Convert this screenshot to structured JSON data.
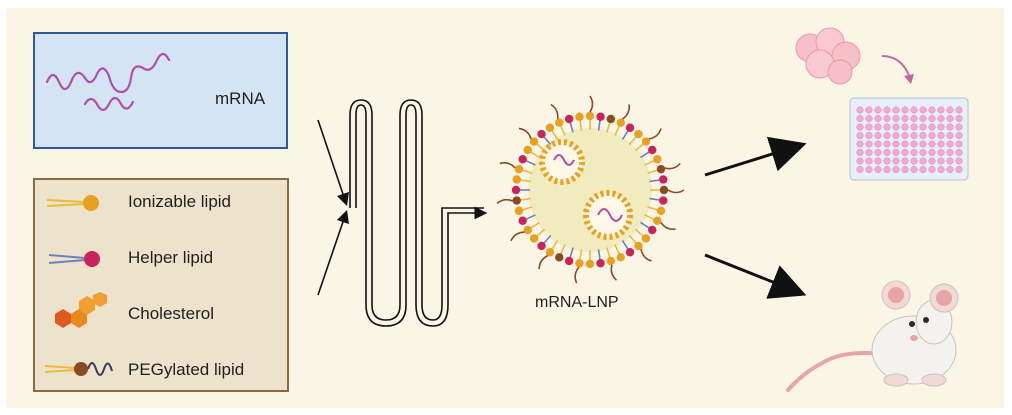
{
  "mrna_box": {
    "label": "mRNA"
  },
  "legend": {
    "items": [
      {
        "label": "Ionizable lipid",
        "icon": "ionizable-lipid-icon"
      },
      {
        "label": "Helper lipid",
        "icon": "helper-lipid-icon"
      },
      {
        "label": "Cholesterol",
        "icon": "cholesterol-icon"
      },
      {
        "label": "PEGylated lipid",
        "icon": "pegylated-lipid-icon"
      }
    ]
  },
  "lnp": {
    "label": "mRNA-LNP"
  },
  "colors": {
    "canvas": "#fbf5e6",
    "mrna_box_fill": "#d4e4f4",
    "mrna_box_border": "#2c5a9a",
    "legend_fill": "#ede3cc",
    "legend_border": "#8a6b3f",
    "mrna_strand": "#b04fa8",
    "ionizable_head": "#e8a020",
    "helper_head": "#c8245a",
    "cholesterol": "#e88a1e",
    "peg_head": "#8a4a22",
    "peg_tail": "#3a3a5a",
    "tail_yellow": "#e8bb3c",
    "tail_blue": "#7080b8"
  }
}
